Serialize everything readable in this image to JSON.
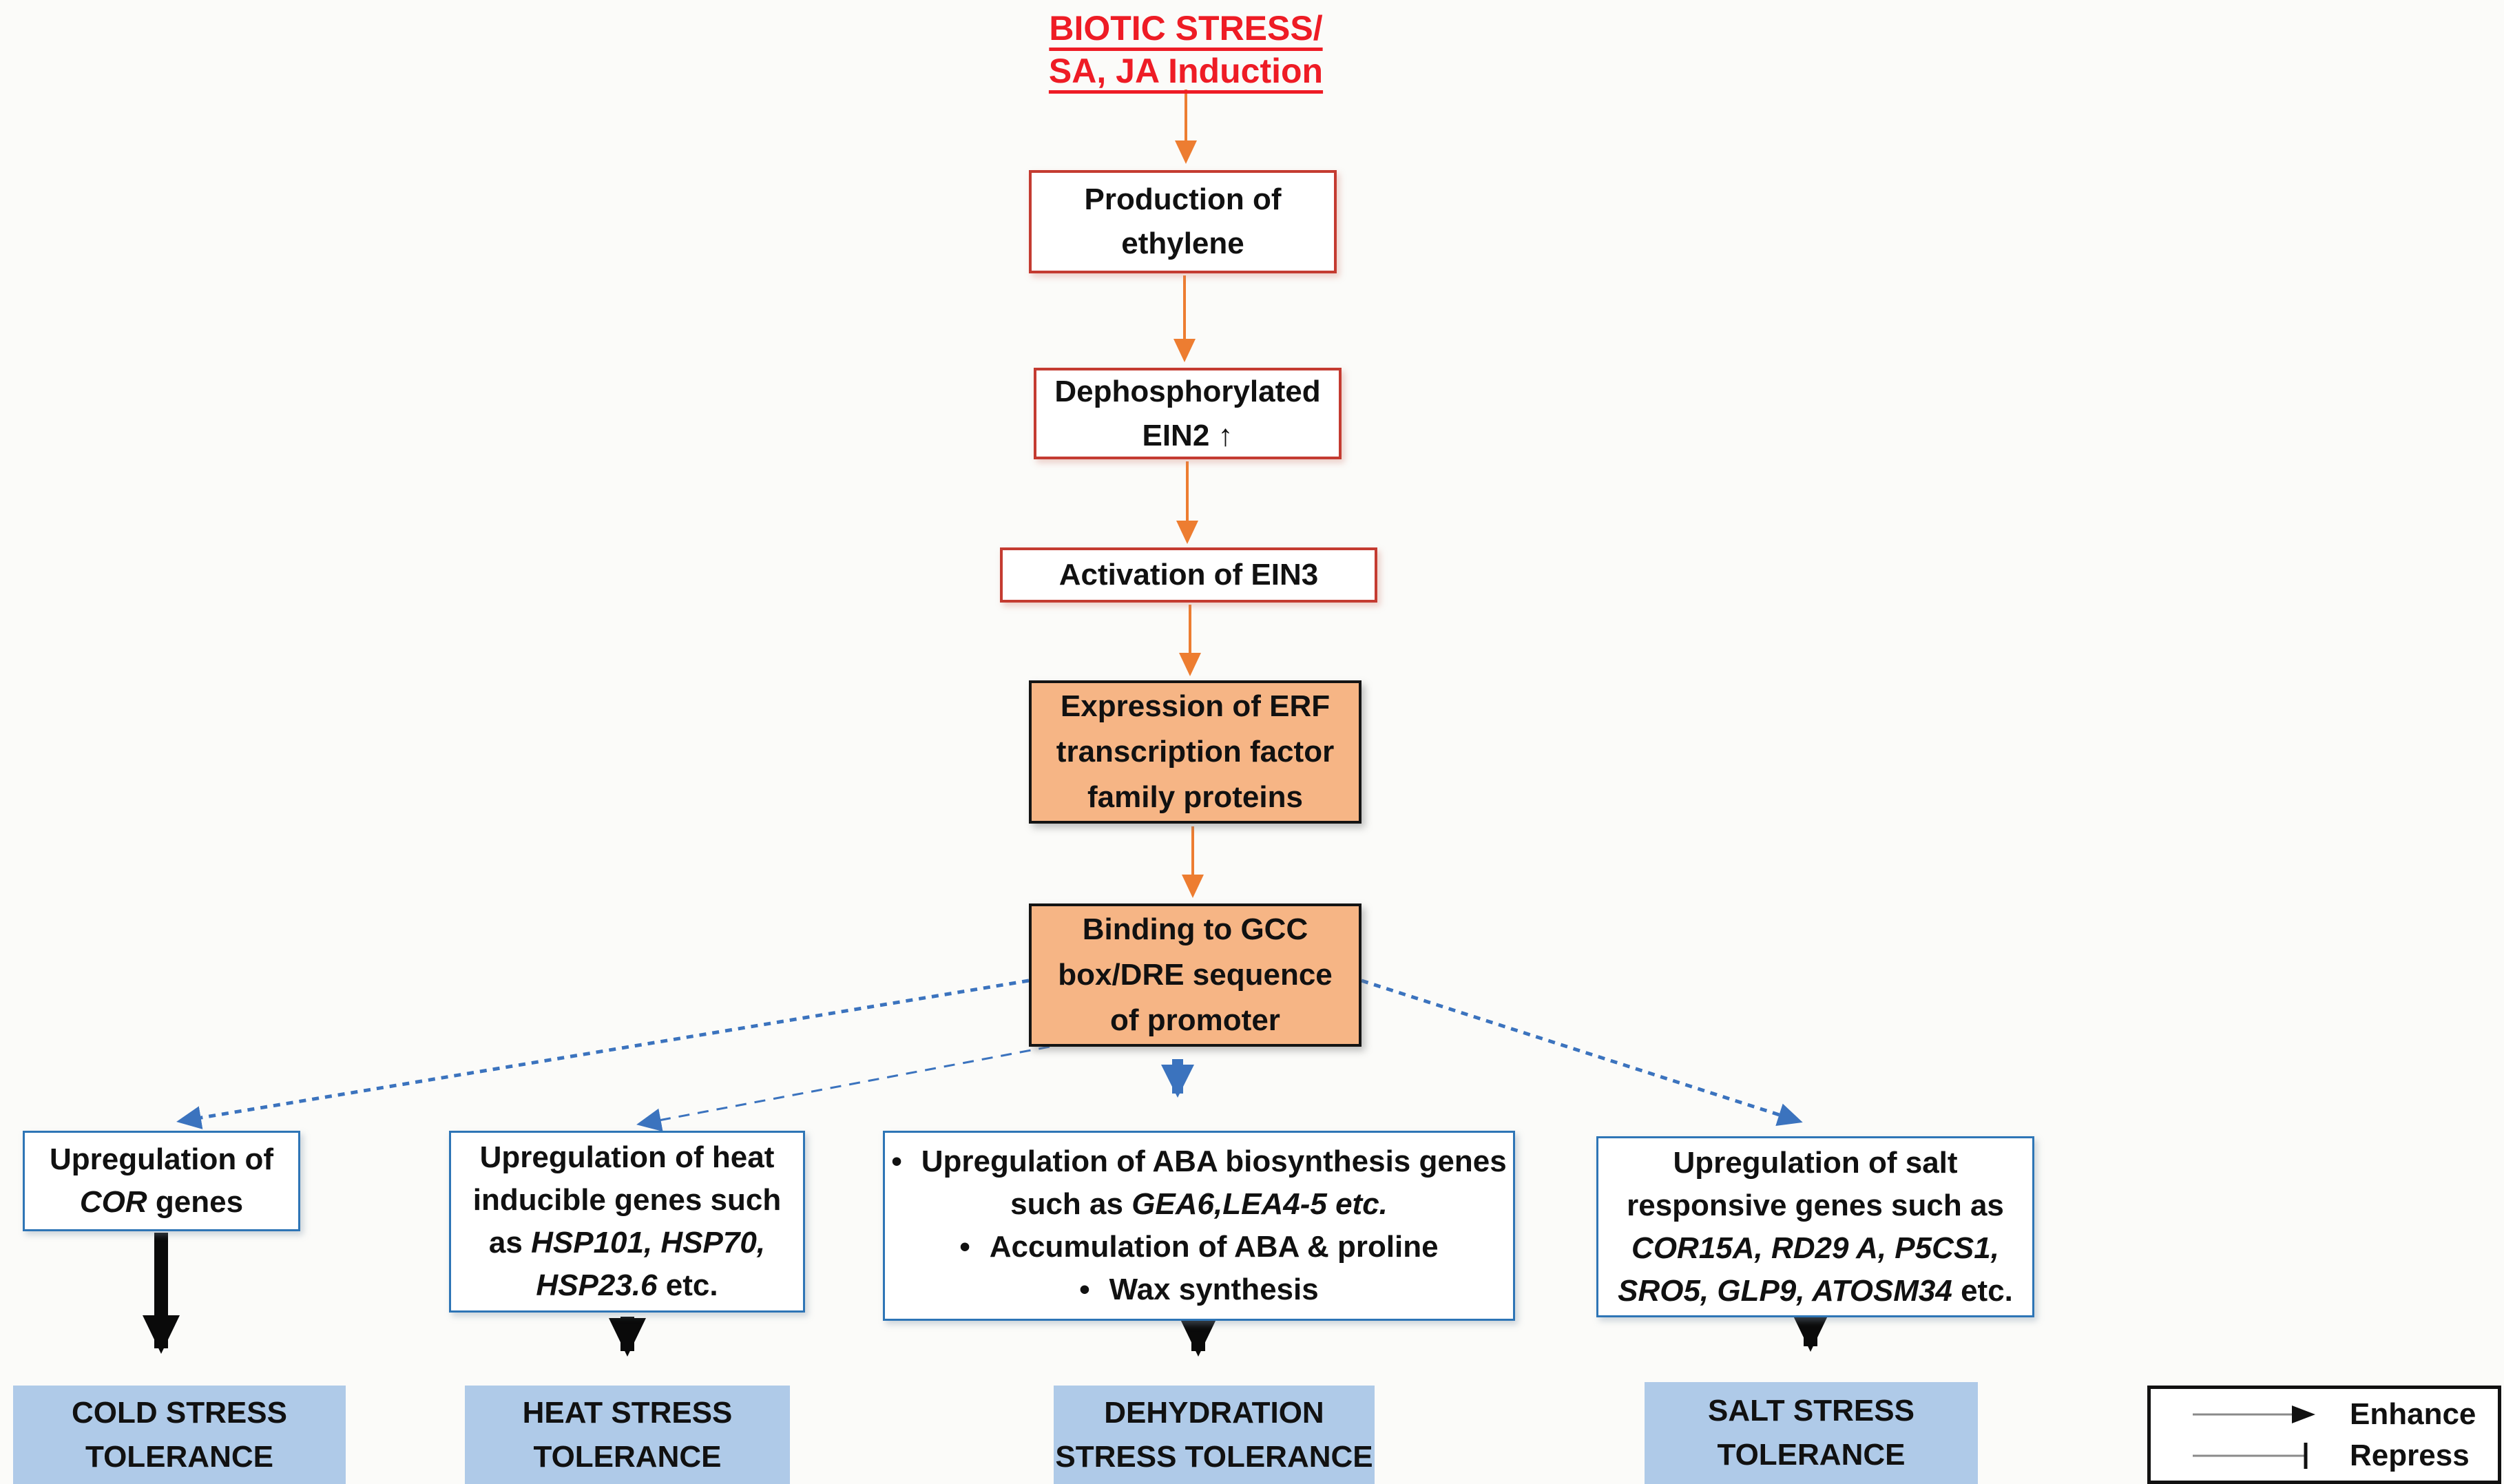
{
  "colors": {
    "title_red": "#EE1C25",
    "box_border_red": "#C43B31",
    "orange_fill": "#F6B585",
    "orange_arrow": "#ED7D31",
    "blue_border": "#2E75B6",
    "blue_fill": "#AFCAE8",
    "blue_arrow": "#3B73BE",
    "black_arrow": "#0A0A0A",
    "legend_line": "#8A8A8A"
  },
  "title": {
    "lines": [
      "BIOTIC STRESS/",
      "SA, JA Induction"
    ]
  },
  "flow": {
    "ethylene": {
      "lines": [
        "Production of",
        "ethylene"
      ]
    },
    "ein2": {
      "lines": [
        "Dephosphorylated",
        "EIN2 ↑"
      ]
    },
    "ein3": {
      "lines": [
        "Activation of EIN3"
      ]
    },
    "erf": {
      "lines": [
        "Expression of ERF",
        "transcription factor",
        "family proteins"
      ]
    },
    "gcc": {
      "lines": [
        "Binding to GCC",
        "box/DRE sequence",
        "of promoter"
      ]
    }
  },
  "outcomes": {
    "cor": {
      "lines": [
        [
          {
            "t": "Upregulation of"
          }
        ],
        [
          {
            "t": "COR",
            "i": 1
          },
          {
            "t": " genes"
          }
        ]
      ]
    },
    "heat": {
      "lines": [
        [
          {
            "t": "Upregulation of heat"
          }
        ],
        [
          {
            "t": "inducible genes such"
          }
        ],
        [
          {
            "t": "as "
          },
          {
            "t": "HSP101, HSP70,",
            "i": 1
          }
        ],
        [
          {
            "t": "HSP23.6",
            "i": 1
          },
          {
            "t": " etc."
          }
        ]
      ]
    },
    "aba": {
      "lines": [
        [
          {
            "t": "•",
            "b": 1
          },
          {
            "t": "Upregulation of ABA biosynthesis genes"
          }
        ],
        [
          {
            "t": "such as "
          },
          {
            "t": "GEA6,LEA4-5 etc.",
            "i": 1
          }
        ],
        [
          {
            "t": "•",
            "b": 1
          },
          {
            "t": "Accumulation of ABA & proline"
          }
        ],
        [
          {
            "t": "•",
            "b": 1
          },
          {
            "t": "Wax synthesis"
          }
        ]
      ]
    },
    "salt": {
      "lines": [
        [
          {
            "t": "Upregulation of salt"
          }
        ],
        [
          {
            "t": "responsive genes such as"
          }
        ],
        [
          {
            "t": "COR15A, RD29 A, P5CS1,",
            "i": 1
          }
        ],
        [
          {
            "t": "SRO5, GLP9, ATOSM34",
            "i": 1
          },
          {
            "t": " etc."
          }
        ]
      ]
    }
  },
  "tolerance": {
    "cold": {
      "lines": [
        "COLD STRESS",
        "TOLERANCE"
      ]
    },
    "heat": {
      "lines": [
        "HEAT STRESS",
        "TOLERANCE"
      ]
    },
    "dehydration": {
      "lines": [
        "DEHYDRATION",
        "STRESS TOLERANCE"
      ]
    },
    "salt": {
      "lines": [
        "SALT STRESS",
        "TOLERANCE"
      ]
    }
  },
  "legend": {
    "enhance": "Enhance",
    "repress": "Repress"
  }
}
